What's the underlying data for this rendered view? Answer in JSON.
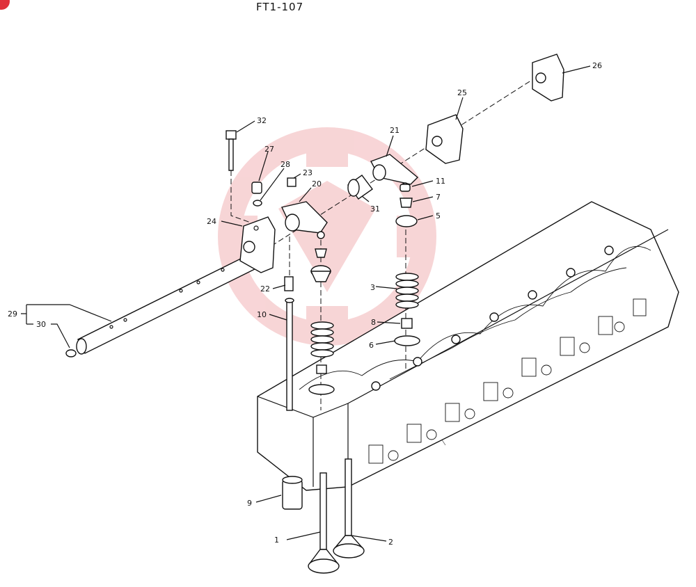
{
  "header": {
    "code": "FT1-107"
  },
  "watermark": {
    "color": "#f2b3b6",
    "text_color": "#d9d9d9"
  },
  "badge": {
    "color": "#e0303a"
  },
  "callouts": [
    {
      "id": "c1",
      "label": "1"
    },
    {
      "id": "c2",
      "label": "2"
    },
    {
      "id": "c3",
      "label": "3"
    },
    {
      "id": "c5",
      "label": "5"
    },
    {
      "id": "c6",
      "label": "6"
    },
    {
      "id": "c7",
      "label": "7"
    },
    {
      "id": "c8",
      "label": "8"
    },
    {
      "id": "c9",
      "label": "9"
    },
    {
      "id": "c10",
      "label": "10"
    },
    {
      "id": "c11",
      "label": "11"
    },
    {
      "id": "c20",
      "label": "20"
    },
    {
      "id": "c21",
      "label": "21"
    },
    {
      "id": "c22",
      "label": "22"
    },
    {
      "id": "c23",
      "label": "23"
    },
    {
      "id": "c24",
      "label": "24"
    },
    {
      "id": "c25",
      "label": "25"
    },
    {
      "id": "c26",
      "label": "26"
    },
    {
      "id": "c27",
      "label": "27"
    },
    {
      "id": "c28",
      "label": "28"
    },
    {
      "id": "c29",
      "label": "29"
    },
    {
      "id": "c30",
      "label": "30"
    },
    {
      "id": "c31",
      "label": "31"
    },
    {
      "id": "c32",
      "label": "32"
    }
  ]
}
